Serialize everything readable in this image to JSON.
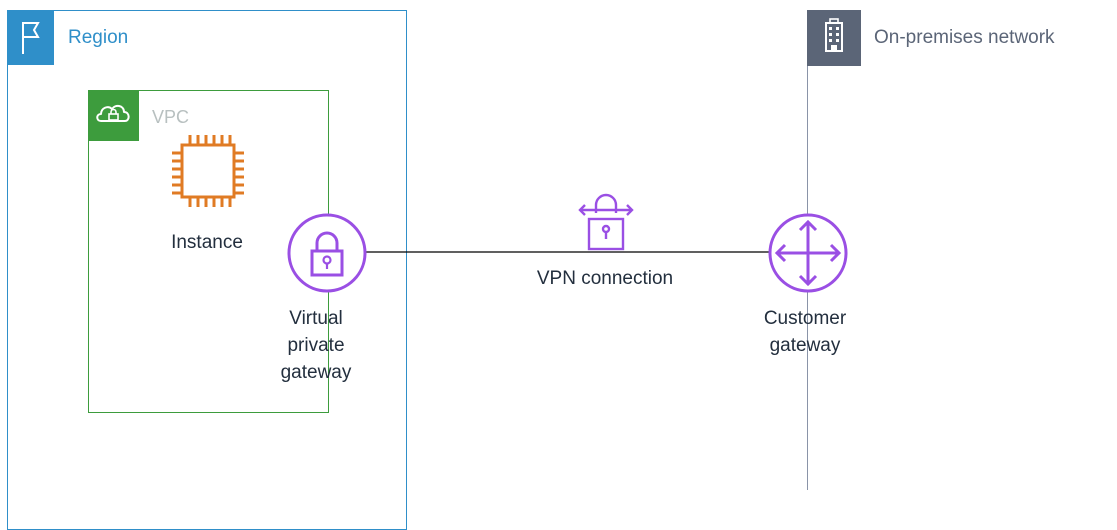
{
  "region": {
    "label": "Region"
  },
  "vpc": {
    "label": "VPC"
  },
  "on_premises": {
    "label": "On-premises network"
  },
  "nodes": {
    "instance": "Instance",
    "virtual_private_gateway": "Virtual\nprivate\ngateway",
    "customer_gateway": "Customer\ngateway"
  },
  "connection": {
    "label": "VPN connection"
  },
  "colors": {
    "region": "#2f8fc9",
    "vpc": "#3d9c3d",
    "on_premises": "#5b6577",
    "compute": "#e07b24",
    "network": "#9a4fe4",
    "line": "#000000"
  },
  "icons": {
    "region": "flag-icon",
    "vpc": "cloud-lock-icon",
    "on_premises": "building-icon",
    "instance": "chip-icon",
    "virtual_private_gateway": "lock-circle-icon",
    "customer_gateway": "arrows-circle-icon",
    "vpn_connection": "padlock-arrows-icon"
  }
}
